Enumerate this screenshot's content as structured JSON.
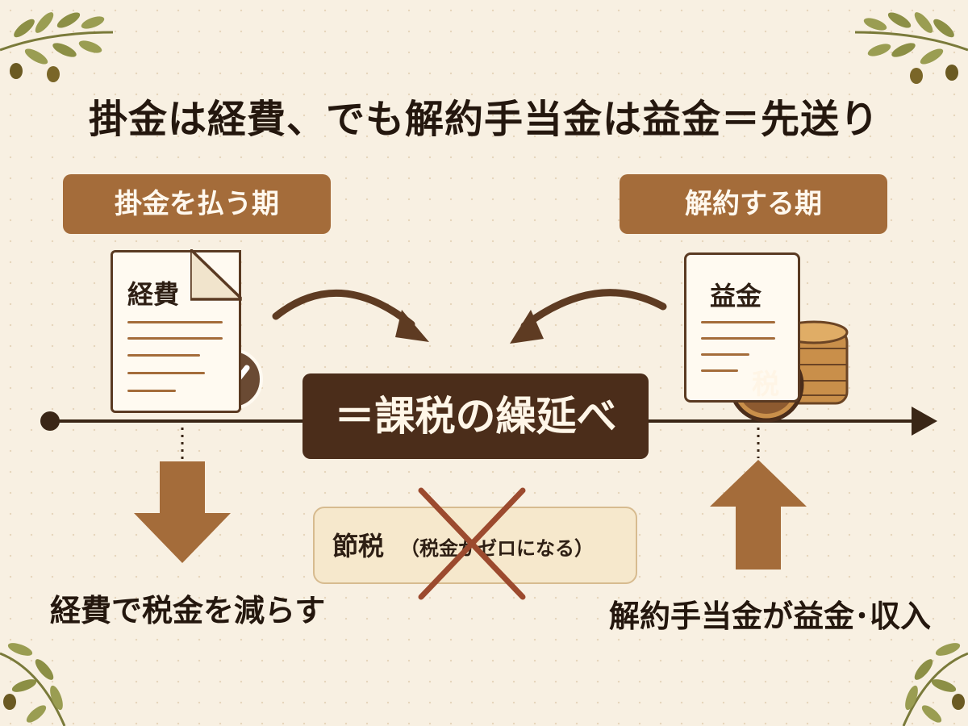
{
  "title": "掛金は経費、でも解約手当金は益金＝先送り",
  "periods": {
    "pay": "掛金を払う期",
    "cancel": "解約する期"
  },
  "documents": {
    "expense": "経費",
    "profit": "益金",
    "tax_coin": "税"
  },
  "center_box": "＝課税の繰延べ",
  "not_tax_saving": {
    "main": "節税",
    "note": "（税金がゼロになる）"
  },
  "captions": {
    "left": "経費で税金を減らす",
    "right": "解約手当金が益金･収入"
  },
  "colors": {
    "accent_brown": "#a46c3a",
    "dark_brown": "#4b2d1a",
    "background": "#f8f0e2",
    "cross_red": "#9c4a2e"
  },
  "icons": [
    "check-icon",
    "coin-stack-icon",
    "olive-branch-icon"
  ]
}
